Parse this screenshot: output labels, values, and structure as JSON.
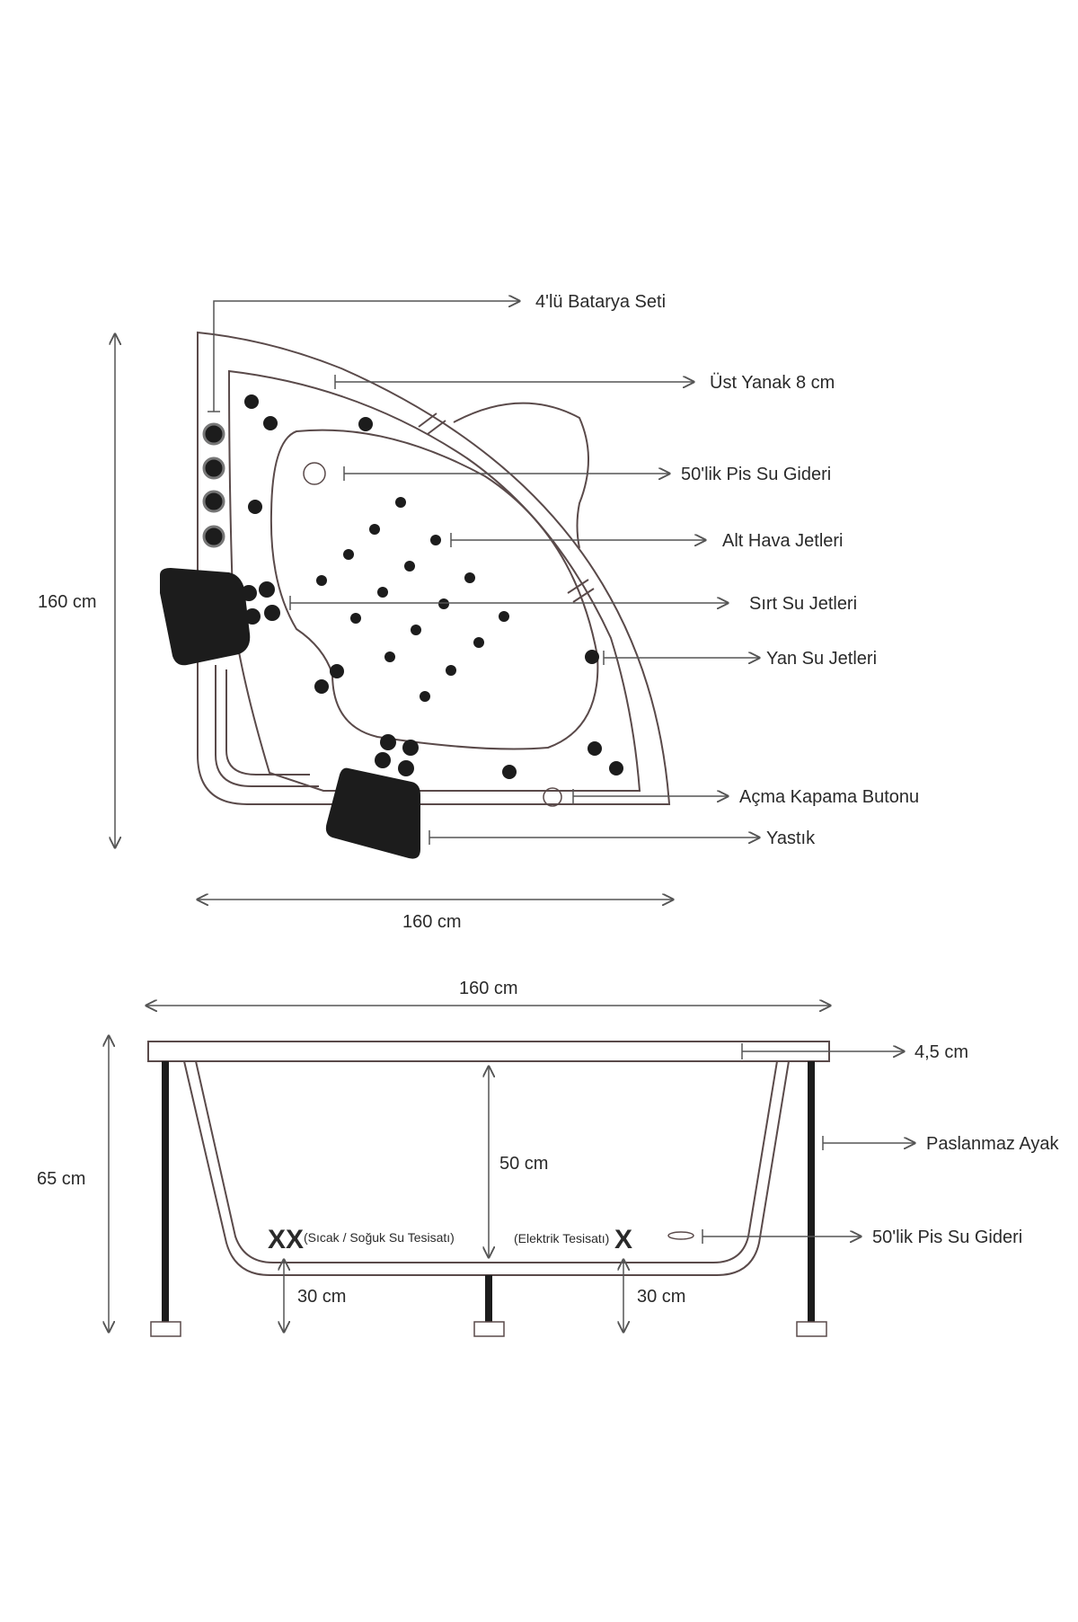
{
  "top_view": {
    "labels": {
      "battery_set": "4'lü Batarya Seti",
      "upper_cheek": "Üst Yanak 8 cm",
      "drain": "50'lik Pis Su Gideri",
      "bottom_air_jets": "Alt Hava Jetleri",
      "back_water_jets": "Sırt Su Jetleri",
      "side_water_jets": "Yan Su Jetleri",
      "on_off_button": "Açma Kapama Butonu",
      "pillow": "Yastık"
    },
    "dimensions": {
      "height": "160 cm",
      "width": "160 cm"
    }
  },
  "side_view": {
    "labels": {
      "rim_thickness": "4,5 cm",
      "stainless_leg": "Paslanmaz Ayak",
      "drain": "50'lik Pis Su Gideri",
      "hot_cold_water": "(Sıcak / Soğuk Su Tesisatı)",
      "electric": "(Elektrik Tesisatı)",
      "double_x": "XX",
      "single_x": "X"
    },
    "dimensions": {
      "width": "160 cm",
      "height": "65 cm",
      "inner_depth": "50 cm",
      "left_height": "30 cm",
      "right_height": "30 cm"
    }
  },
  "colors": {
    "line": "#5a4a4a",
    "jet": "#1c1c1c",
    "text": "#2a2a2a",
    "arrow": "#555555"
  }
}
